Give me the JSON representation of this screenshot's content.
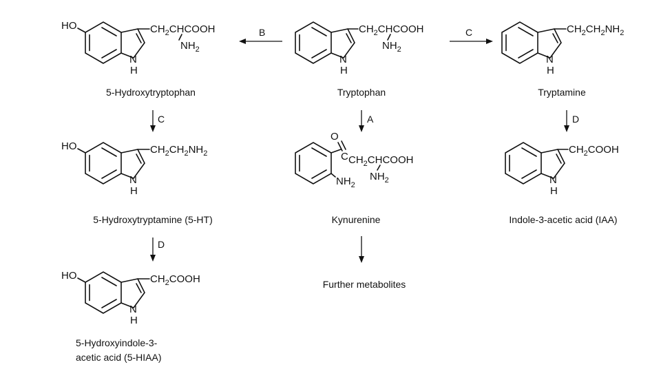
{
  "compounds": {
    "tryptophan": {
      "name": "Tryptophan",
      "side_a": "CH",
      "side_a_sub": "2",
      "side_b": "CHCOOH",
      "amine": "NH",
      "amine_sub": "2",
      "ring_n": "N",
      "ring_h": "H"
    },
    "hydroxytryptophan": {
      "name": "5-Hydroxytryptophan",
      "hydroxy": "HO",
      "side_a": "CH",
      "side_a_sub": "2",
      "side_b": "CHCOOH",
      "amine": "NH",
      "amine_sub": "2",
      "ring_n": "N",
      "ring_h": "H"
    },
    "tryptamine": {
      "name": "Tryptamine",
      "chain_a": "CH",
      "chain_a_sub": "2",
      "chain_b": "CH",
      "chain_b_sub": "2",
      "chain_c": "NH",
      "chain_c_sub": "2",
      "ring_n": "N",
      "ring_h": "H"
    },
    "serotonin": {
      "name": "5-Hydroxytryptamine (5-HT)",
      "hydroxy": "HO",
      "chain_a": "CH",
      "chain_a_sub": "2",
      "chain_b": "CH",
      "chain_b_sub": "2",
      "chain_c": "NH",
      "chain_c_sub": "2",
      "ring_n": "N",
      "ring_h": "H"
    },
    "kynurenine": {
      "name": "Kynurenine",
      "carbonyl_o": "O",
      "carbonyl_c": "C",
      "chain_a": "CH",
      "chain_a_sub": "2",
      "chain_b": "CHCOOH",
      "amine": "NH",
      "amine_sub": "2",
      "ring_amine": "NH",
      "ring_amine_sub": "2"
    },
    "iaa": {
      "name": "Indole-3-acetic acid (IAA)",
      "chain_a": "CH",
      "chain_a_sub": "2",
      "chain_b": "COOH",
      "ring_n": "N",
      "ring_h": "H"
    },
    "hiaa": {
      "name_line1": "5-Hydroxyindole-3-",
      "name_line2": "acetic acid (5-HIAA)",
      "hydroxy": "HO",
      "chain_a": "CH",
      "chain_a_sub": "2",
      "chain_b": "COOH",
      "ring_n": "N",
      "ring_h": "H"
    },
    "further": {
      "name": "Further metabolites"
    }
  },
  "reactions": {
    "trp_to_5htp": "B",
    "trp_to_tryptamine": "C",
    "trp_to_kynurenine": "A",
    "htp_to_serotonin": "C",
    "tryptamine_to_iaa": "D",
    "serotonin_to_hiaa": "D"
  }
}
